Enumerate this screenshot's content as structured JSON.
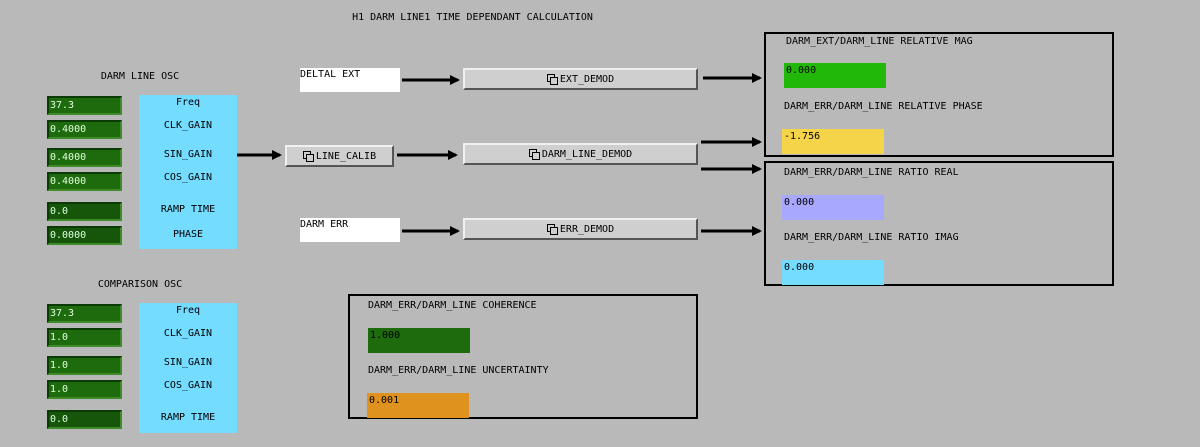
{
  "title": "H1 DARM LINE1 TIME DEPENDANT CALCULATION",
  "darm_osc": {
    "label": "DARM LINE OSC",
    "values": [
      "37.3",
      "0.4000",
      "0.4000",
      "0.4000",
      "0.0",
      "0.0000"
    ],
    "fields": [
      "Freq",
      "CLK_GAIN",
      "SIN_GAIN",
      "COS_GAIN",
      "RAMP TIME",
      "PHASE"
    ]
  },
  "comparison_osc": {
    "label": "COMPARISON OSC",
    "values": [
      "37.3",
      "1.0",
      "1.0",
      "1.0",
      "0.0"
    ],
    "fields": [
      "Freq",
      "CLK_GAIN",
      "SIN_GAIN",
      "COS_GAIN",
      "RAMP TIME"
    ]
  },
  "inputs": {
    "deltal_ext": "DELTAL EXT",
    "darm_err": "DARM ERR"
  },
  "buttons": {
    "line_calib": "LINE_CALIB",
    "ext_demod": "EXT_DEMOD",
    "darm_line_demod": "DARM_LINE_DEMOD",
    "err_demod": "ERR_DEMOD"
  },
  "relative": {
    "mag_label": "DARM_EXT/DARM_LINE RELATIVE MAG",
    "mag_value": "0.000",
    "phase_label": "DARM_ERR/DARM_LINE RELATIVE PHASE",
    "phase_value": "-1.756"
  },
  "ratio": {
    "real_label": "DARM_ERR/DARM_LINE RATIO REAL",
    "real_value": "0.000",
    "imag_label": "DARM_ERR/DARM_LINE RATIO IMAG",
    "imag_value": "0.000"
  },
  "coherence": {
    "coh_label": "DARM_ERR/DARM_LINE COHERENCE",
    "coh_value": "1.000",
    "unc_label": "DARM_ERR/DARM_LINE UNCERTAINTY",
    "unc_value": "0.001"
  },
  "colors": {
    "background": "#b9b9b9",
    "entry_green": "#1e6b0e",
    "cyan_panel": "#73dcff",
    "mag_green": "#22b80a",
    "phase_yellow": "#f5d44a",
    "real_lavender": "#a8a8ff",
    "imag_cyan": "#73dcff",
    "coh_green": "#1e6b0e",
    "unc_orange": "#e0921e"
  },
  "icons": {
    "related_display": "related-display-icon"
  }
}
